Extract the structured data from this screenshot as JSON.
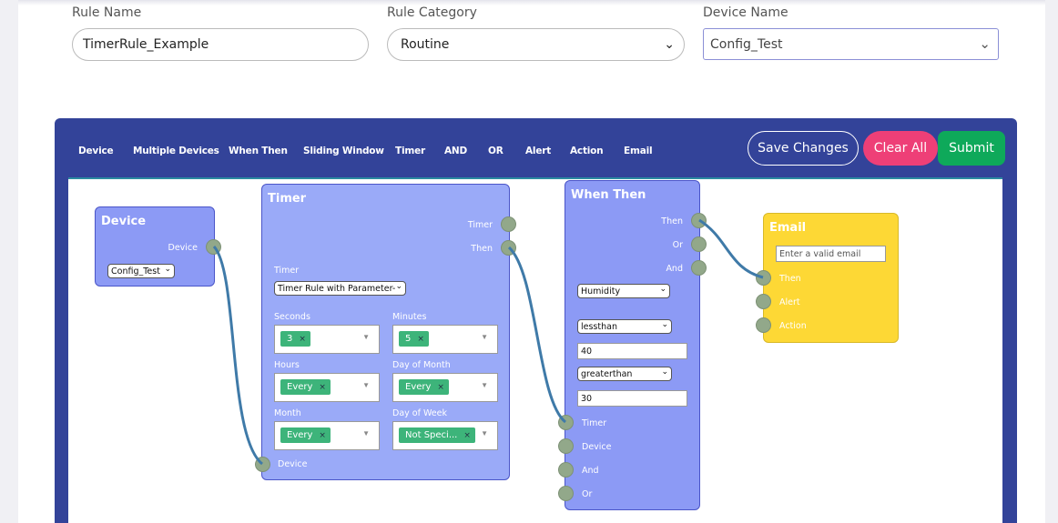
{
  "form": {
    "rule_name_label": "Rule Name",
    "rule_name_value": "TimerRule_Example",
    "rule_category_label": "Rule Category",
    "rule_category_value": "Routine",
    "device_name_label": "Device Name",
    "device_name_value": "Config_Test"
  },
  "toolbar": {
    "items": [
      "Device",
      "Multiple Devices",
      "When Then",
      "Sliding Window",
      "Timer",
      "AND",
      "OR",
      "Alert",
      "Action",
      "Email"
    ],
    "save_label": "Save Changes",
    "clear_label": "Clear All",
    "submit_label": "Submit"
  },
  "colors": {
    "editor_bg": "#334399",
    "node_blue": "#8c9af5",
    "node_yellow": "#fdd835",
    "clear": "#ee3f77",
    "submit": "#0ea95a",
    "wire": "#3f7aa8",
    "port": "#92a88a"
  },
  "nodes": {
    "device": {
      "title": "Device",
      "out_label": "Device",
      "select_value": "Config_Test"
    },
    "timer": {
      "title": "Timer",
      "out_timer": "Timer",
      "out_then": "Then",
      "timer_label": "Timer",
      "timer_select": "Timer Rule with Parameter-",
      "seconds_label": "Seconds",
      "seconds_tag": "3",
      "minutes_label": "Minutes",
      "minutes_tag": "5",
      "hours_label": "Hours",
      "hours_tag": "Every",
      "dom_label": "Day of Month",
      "dom_tag": "Every",
      "month_label": "Month",
      "month_tag": "Every",
      "dow_label": "Day of Week",
      "dow_tag": "Not Speci...",
      "in_device": "Device"
    },
    "whenthen": {
      "title": "When Then",
      "out_then": "Then",
      "out_or": "Or",
      "out_and": "And",
      "sensor_select": "Humidity",
      "op1_select": "lessthan",
      "val1": "40",
      "op2_select": "greaterthan",
      "val2": "30",
      "in_timer": "Timer",
      "in_device": "Device",
      "in_and": "And",
      "in_or": "Or"
    },
    "email": {
      "title": "Email",
      "email_placeholder": "Enter a valid email",
      "in_then": "Then",
      "in_alert": "Alert",
      "in_action": "Action"
    }
  }
}
